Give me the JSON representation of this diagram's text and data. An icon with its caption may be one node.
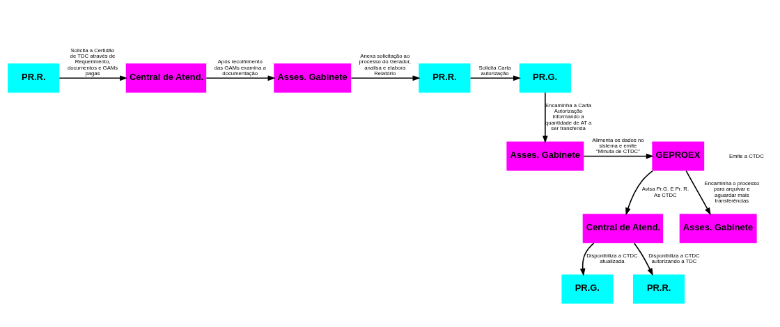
{
  "diagram": {
    "nodes": [
      {
        "text": [
          "PR.R."
        ]
      },
      {
        "text": [
          "Central de Atend."
        ]
      },
      {
        "text": [
          "Asses. Gabinete"
        ]
      },
      {
        "text": [
          "PR.R."
        ]
      },
      {
        "text": [
          "PR.G."
        ]
      },
      {
        "text": [
          "Asses. Gabinete"
        ]
      },
      {
        "text": [
          "GEPROEX"
        ]
      },
      {
        "text": [
          "Central de Atend."
        ]
      },
      {
        "text": [
          "Asses. Gabinete"
        ]
      },
      {
        "text": [
          "PR.G."
        ]
      },
      {
        "text": [
          "PR.R."
        ]
      }
    ],
    "edges": [
      {
        "from": 0,
        "to": 1,
        "arrow": "to",
        "label": "Solicita a Certidão de TDC através de Requerimento, documentos e GAMs pagas"
      },
      {
        "from": 1,
        "to": 2,
        "arrow": "to",
        "label": "Após recolhimento das GAMs examina a documentação"
      },
      {
        "from": 2,
        "to": 3,
        "arrow": "to",
        "label": "Anexa solicitação ao processo do Gerador, analisa e elabora Relatório"
      },
      {
        "from": 3,
        "to": 4,
        "arrow": "to",
        "label": "Solicita Carta autorização"
      },
      {
        "from": 4,
        "to": 5,
        "arrow": "to",
        "label": "Encaminha a Carta Autorização informando a quantidade de AT a ser transferida"
      },
      {
        "from": 5,
        "to": 6,
        "arrow": "to",
        "label": "Alimenta os dados no sistema e emite “Minuta de CTDC”"
      },
      {
        "from": 6,
        "to": 7,
        "arrow": "to",
        "label": "Avisa Pr.G. E Pr. R. As CTDC"
      },
      {
        "from": 6,
        "to": 8,
        "arrow": "to",
        "label": "Encaminha o processo para arquivar e aguardar mais transferências"
      },
      {
        "from": 7,
        "to": 9,
        "arrow": "to",
        "label": "Disponibiliza a CTDC atualizada"
      },
      {
        "from": 7,
        "to": 10,
        "arrow": "to",
        "label": "Disponibiliza a CTDC autorizando a TDC"
      }
    ],
    "labels": [
      "Emite a CTDC"
    ]
  }
}
